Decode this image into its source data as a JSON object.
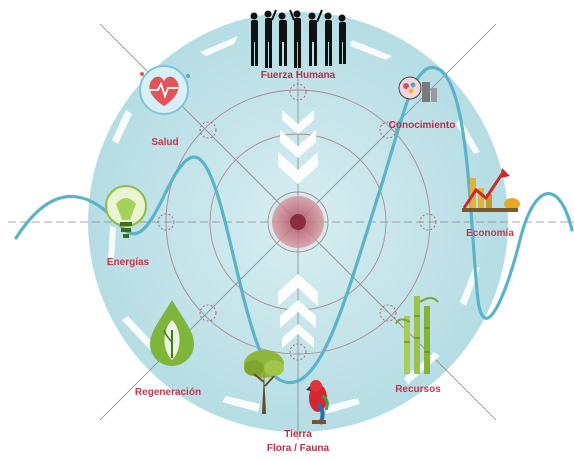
{
  "labels": {
    "top": "Fuerza Humana",
    "knowledge": "Conocimiento",
    "economy": "Economía",
    "resources": "Recursos",
    "earth_line1": "Tierra",
    "earth_line2": "Flora / Fauna",
    "regeneration": "Regeneración",
    "energies": "Energías",
    "health": "Salud"
  },
  "colors": {
    "disc": "#bfe2e8",
    "wave": "#5bb3c9",
    "label": "#c0394a",
    "center": "#c9747e",
    "ring": "#b9a1a6"
  },
  "icons": [
    "people-icon",
    "brain-icon",
    "economy-chart-icon",
    "bamboo-icon",
    "parrot-icon",
    "tree-icon",
    "leaf-drop-icon",
    "lightbulb-icon",
    "heart-icon"
  ]
}
